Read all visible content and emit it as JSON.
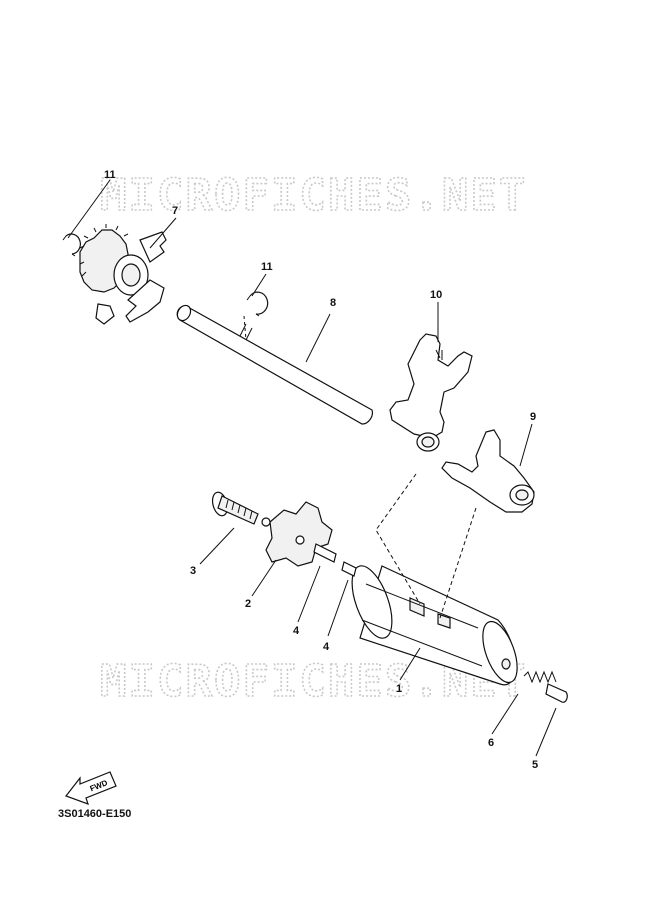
{
  "watermark": {
    "top": "MICROFICHES.NET",
    "bottom": "MICROFICHES.NET"
  },
  "reference_code": "3S01460-E150",
  "fwd_label": "FWD",
  "callouts": {
    "c1": "1",
    "c2": "2",
    "c3": "3",
    "c4a": "4",
    "c4b": "4",
    "c5": "5",
    "c6": "6",
    "c7": "7",
    "c8": "8",
    "c9": "9",
    "c10": "10",
    "c11a": "11",
    "c11b": "11"
  }
}
